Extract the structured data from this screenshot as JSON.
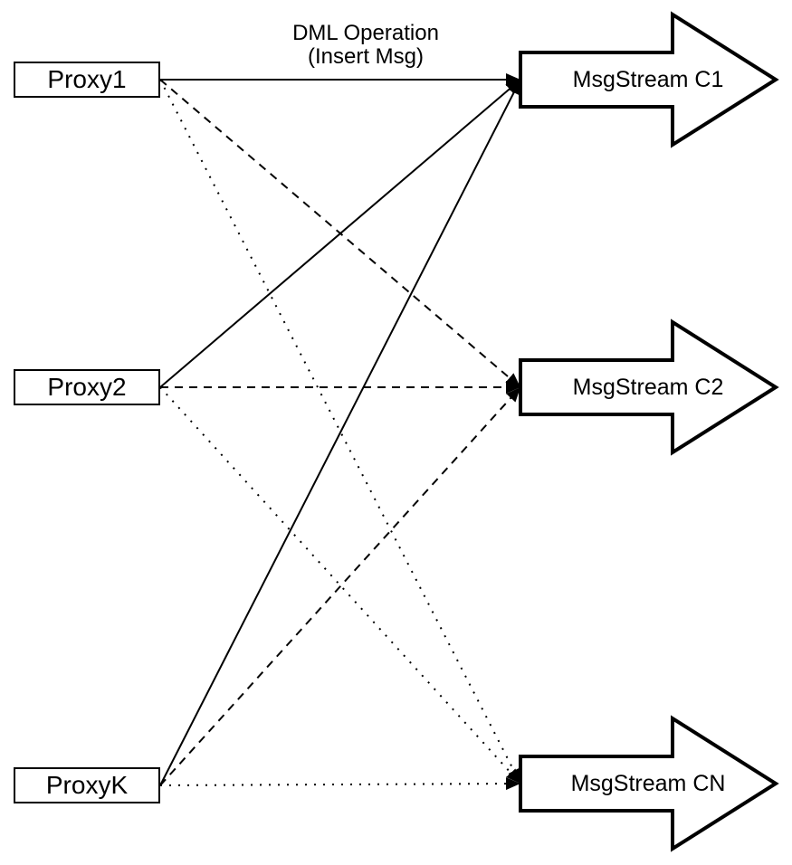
{
  "diagram": {
    "title_label": {
      "line1": "DML Operation",
      "line2": "(Insert Msg)"
    },
    "proxies": [
      {
        "label": "Proxy1"
      },
      {
        "label": "Proxy2"
      },
      {
        "label": "ProxyK"
      }
    ],
    "streams": [
      {
        "label": "MsgStream C1"
      },
      {
        "label": "MsgStream C2"
      },
      {
        "label": "MsgStream CN"
      }
    ],
    "connectors": [
      {
        "from": "Proxy1",
        "to": "MsgStream C1",
        "style": "solid"
      },
      {
        "from": "Proxy2",
        "to": "MsgStream C1",
        "style": "solid"
      },
      {
        "from": "ProxyK",
        "to": "MsgStream C1",
        "style": "solid"
      },
      {
        "from": "Proxy1",
        "to": "MsgStream C2",
        "style": "dashed"
      },
      {
        "from": "Proxy2",
        "to": "MsgStream C2",
        "style": "dashed"
      },
      {
        "from": "ProxyK",
        "to": "MsgStream C2",
        "style": "dashed"
      },
      {
        "from": "Proxy1",
        "to": "MsgStream CN",
        "style": "dotted"
      },
      {
        "from": "Proxy2",
        "to": "MsgStream CN",
        "style": "dotted"
      },
      {
        "from": "ProxyK",
        "to": "MsgStream CN",
        "style": "dotted"
      }
    ],
    "colors": {
      "line": "#000000",
      "shape_fill": "#ffffff",
      "text": "#000000",
      "background": "#ffffff"
    }
  }
}
